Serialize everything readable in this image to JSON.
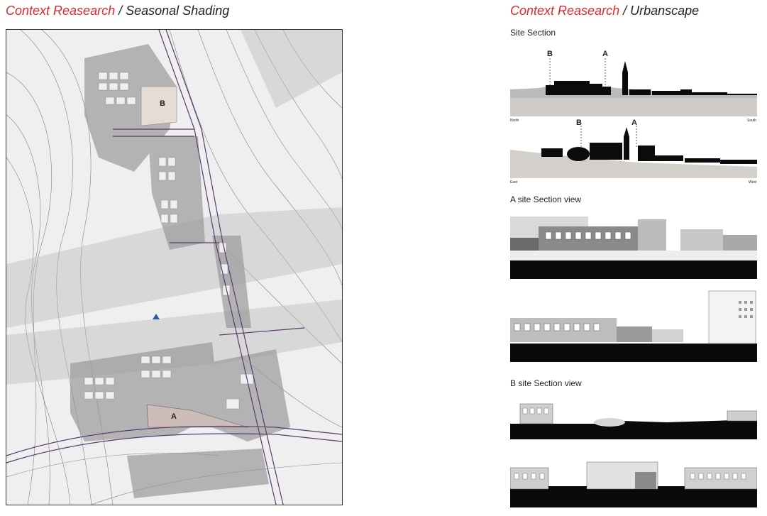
{
  "left_heading": {
    "accent": "Context Reasearch",
    "rest": " / Seasonal Shading"
  },
  "right_heading": {
    "accent": "Context Reasearch",
    "rest": " / Urbanscape"
  },
  "site_section": {
    "label": "Site Section",
    "marker_b": "B",
    "marker_a": "A",
    "section1": {
      "left": "North",
      "right": "South"
    },
    "section2": {
      "left": "East",
      "right": "West"
    }
  },
  "a_view": {
    "label": "A site Section view"
  },
  "b_view": {
    "label": "B site Section view"
  },
  "map": {
    "label_a": "A",
    "label_b": "B"
  }
}
